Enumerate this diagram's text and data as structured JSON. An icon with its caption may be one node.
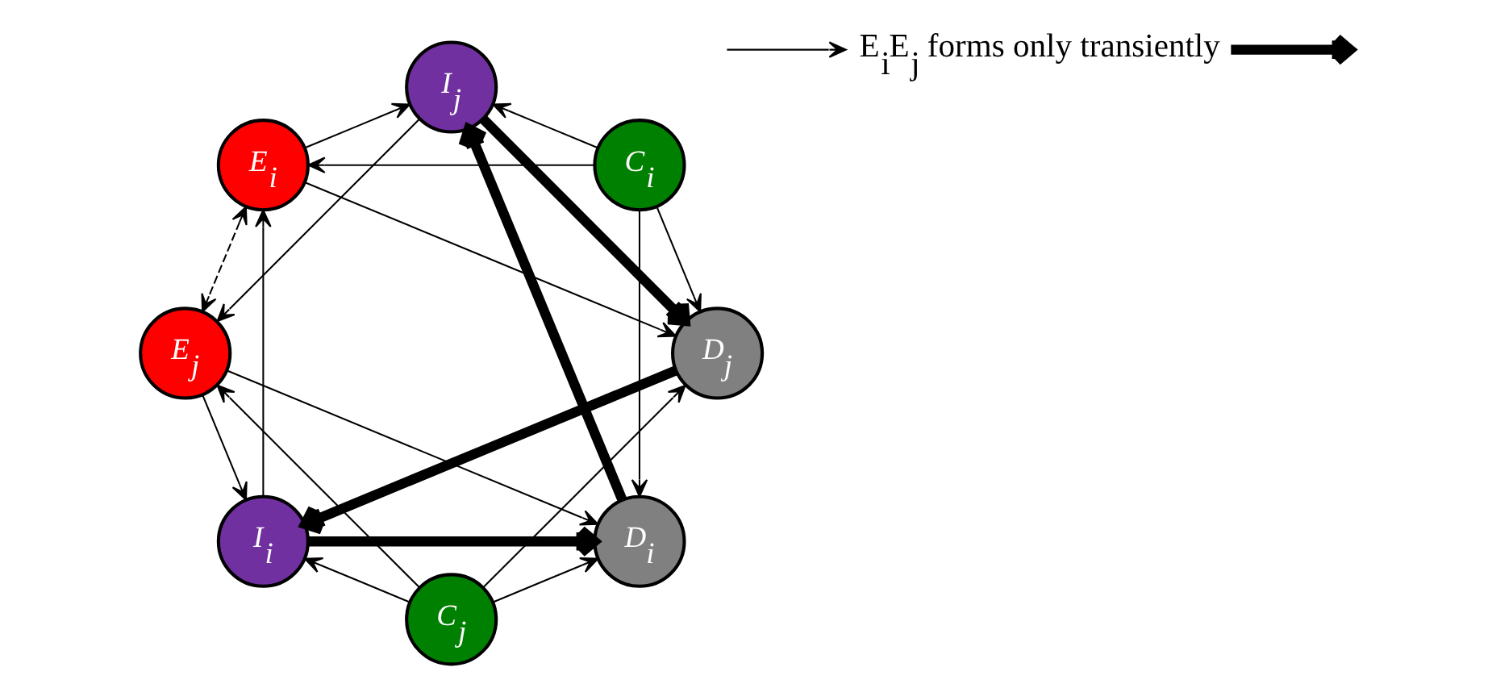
{
  "diagram": {
    "nodes": [
      {
        "text": [
          "C$_{i}$"
        ]
      },
      {
        "text": [
          "C$_{j}$"
        ]
      },
      {
        "text": [
          "I$_{i}$"
        ]
      },
      {
        "text": [
          "I$_{j}$"
        ]
      },
      {
        "text": [
          "D$_{i}$"
        ]
      },
      {
        "text": [
          "D$_{j}$"
        ]
      },
      {
        "text": [
          "E$_{i}$"
        ]
      },
      {
        "text": [
          "E$_{j}$"
        ]
      },
      {
        "text": [
          "E$_{i}$E$_{j}$ forms only transiently"
        ]
      }
    ],
    "edges": [
      {
        "from": 0,
        "to": 3,
        "arrow": "to"
      },
      {
        "from": 1,
        "to": 2,
        "arrow": "to"
      },
      {
        "from": 0,
        "to": 4,
        "arrow": "to"
      },
      {
        "from": 1,
        "to": 5,
        "arrow": "to"
      },
      {
        "from": 0,
        "to": 6,
        "arrow": "to"
      },
      {
        "from": 1,
        "to": 7,
        "arrow": "to"
      },
      {
        "from": 0,
        "to": 5,
        "arrow": "to"
      },
      {
        "from": 1,
        "to": 4,
        "arrow": "to"
      },
      {
        "from": 2,
        "to": 4,
        "arrow": "to",
        "style": "thick"
      },
      {
        "from": 3,
        "to": 5,
        "arrow": "to",
        "style": "thick"
      },
      {
        "from": 4,
        "to": 3,
        "arrow": "to",
        "style": "thick"
      },
      {
        "from": 5,
        "to": 2,
        "arrow": "to",
        "style": "thick"
      },
      {
        "from": 2,
        "to": 6,
        "arrow": "to"
      },
      {
        "from": 3,
        "to": 7,
        "arrow": "to"
      },
      {
        "from": 6,
        "to": 3,
        "arrow": "to"
      },
      {
        "from": 7,
        "to": 2,
        "arrow": "to"
      },
      {
        "from": 6,
        "to": 5,
        "arrow": "to"
      },
      {
        "from": 7,
        "to": 4,
        "arrow": "to"
      },
      {
        "from": 6,
        "to": 7,
        "arrow": "both",
        "style": "dashed"
      },
      {
        "from": 8,
        "to": null,
        "arrow": "to",
        "style": "thick"
      },
      {
        "from": null,
        "to": 8,
        "arrow": "to"
      }
    ]
  }
}
